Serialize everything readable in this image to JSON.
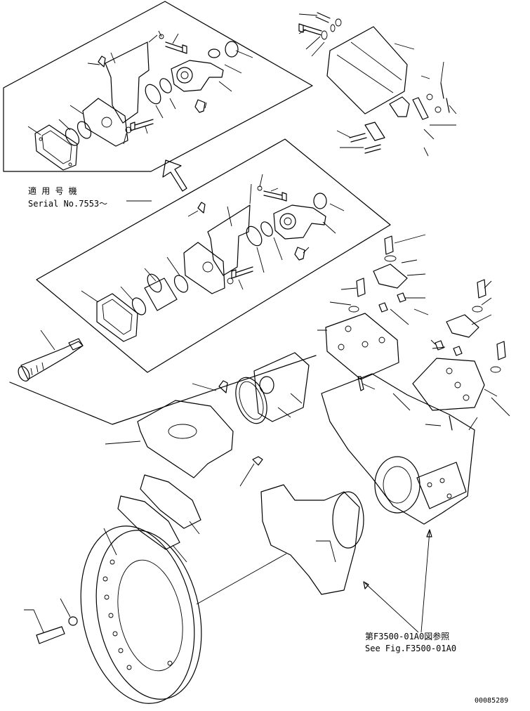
{
  "notes": {
    "serial_jp": "適 用 号 機",
    "serial_en": "Serial No.7553～",
    "ref_jp": "第F3500-01A0図参照",
    "ref_en": "See Fig.F3500-01A0",
    "drawing_no": "00085289"
  },
  "colors": {
    "line": "#000000",
    "background": "#ffffff"
  }
}
